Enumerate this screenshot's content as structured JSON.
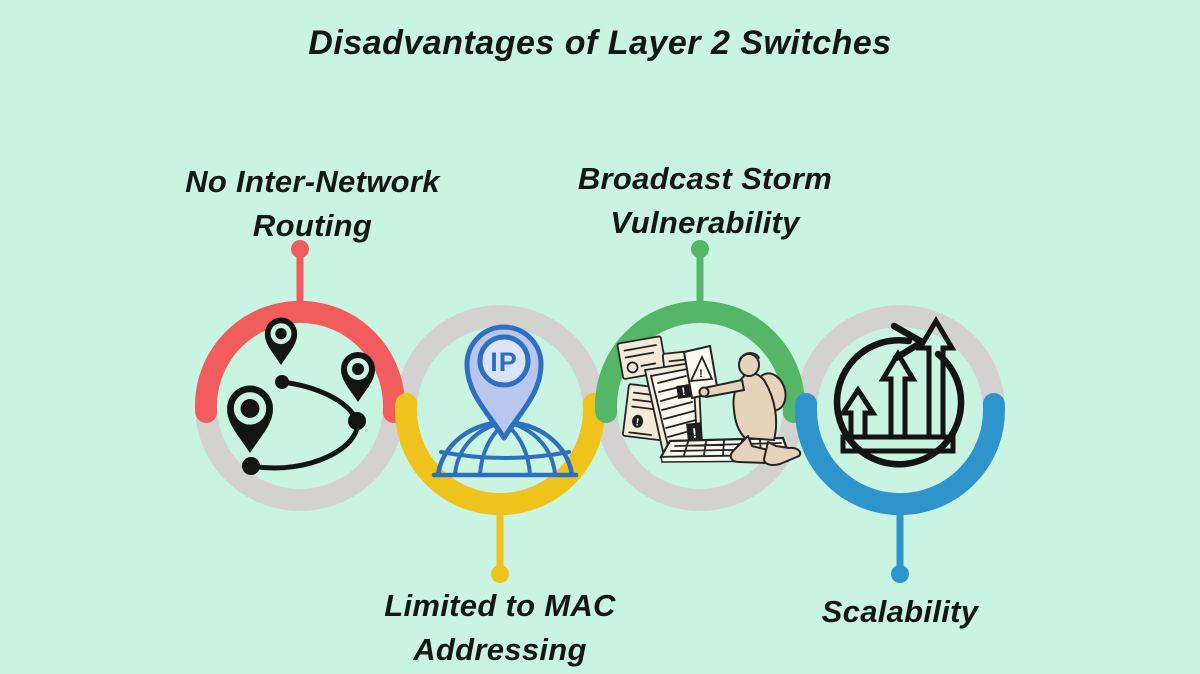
{
  "title": "Disadvantages of Layer 2 Switches",
  "colors": {
    "background": "#c9f4e2",
    "ring_track": "#d4d2d0",
    "ink": "#161616",
    "red": "#f15d5d",
    "yellow": "#eec31b",
    "green": "#54b768",
    "blue": "#2e95cc",
    "pin_blue": "#2e6fc0",
    "pin_fill": "#b9c6ee",
    "pin_circle_fill": "#dae3f8",
    "paper": "#f3ead9",
    "paper_white": "#fcf9f1",
    "skin": "#e6d3bc",
    "outline": "#242424"
  },
  "items": [
    {
      "id": "no-inter-network-routing",
      "lines": [
        "No Inter-Network",
        "Routing"
      ],
      "accent": "#f15d5d",
      "icon": "route-pins-icon",
      "label_position": "top"
    },
    {
      "id": "limited-to-mac-addressing",
      "lines": [
        "Limited to MAC",
        "Addressing"
      ],
      "accent": "#eec31b",
      "icon": "ip-globe-icon",
      "label_position": "bottom"
    },
    {
      "id": "broadcast-storm-vulnerability",
      "lines": [
        "Broadcast Storm",
        "Vulnerability"
      ],
      "accent": "#54b768",
      "icon": "broadcast-storm-icon",
      "label_position": "top"
    },
    {
      "id": "scalability",
      "lines": [
        "Scalability"
      ],
      "accent": "#2e95cc",
      "icon": "scalability-icon",
      "label_position": "bottom"
    }
  ],
  "icon_text": {
    "ip_label": "IP",
    "warning_glyph": "!"
  }
}
